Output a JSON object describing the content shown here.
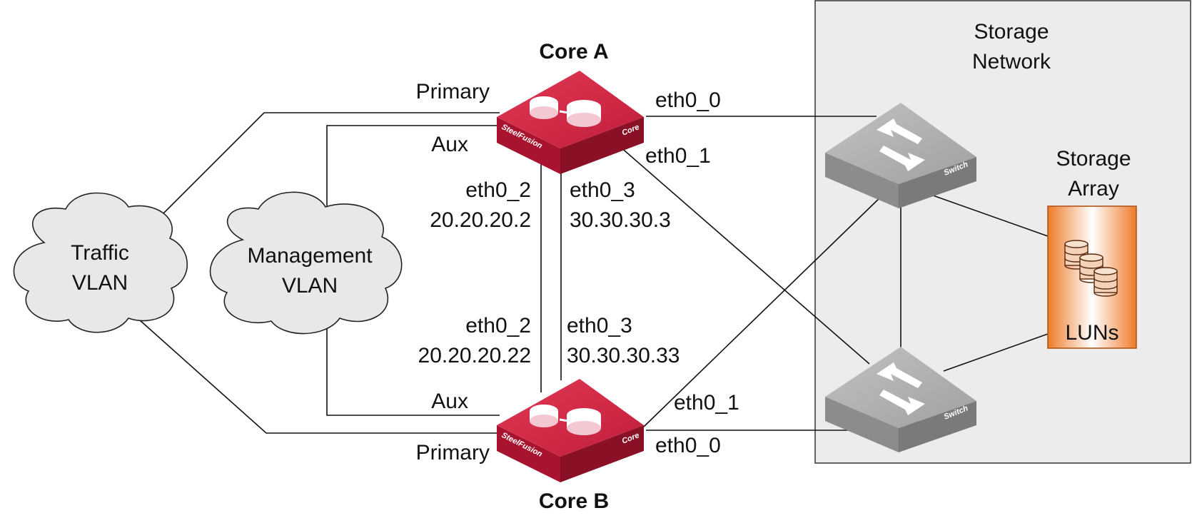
{
  "storage_network": {
    "line1": "Storage",
    "line2": "Network"
  },
  "storage_array": {
    "line1": "Storage",
    "line2": "Array",
    "luns": "LUNs"
  },
  "traffic_vlan": {
    "line1": "Traffic",
    "line2": "VLAN"
  },
  "management_vlan": {
    "line1": "Management",
    "line2": "VLAN"
  },
  "core_a": {
    "title": "Core A",
    "brand": "SteelFusion",
    "role": "Core",
    "primary": "Primary",
    "aux": "Aux",
    "eth0_0": "eth0_0",
    "eth0_1": "eth0_1",
    "eth0_2": "eth0_2",
    "eth0_2_ip": "20.20.20.2",
    "eth0_3": "eth0_3",
    "eth0_3_ip": "30.30.30.3"
  },
  "core_b": {
    "title": "Core B",
    "brand": "SteelFusion",
    "role": "Core",
    "primary": "Primary",
    "aux": "Aux",
    "eth0_0": "eth0_0",
    "eth0_1": "eth0_1",
    "eth0_2": "eth0_2",
    "eth0_2_ip": "20.20.20.22",
    "eth0_3": "eth0_3",
    "eth0_3_ip": "30.30.30.33"
  },
  "switches": {
    "label": "Switch"
  },
  "colors": {
    "core_red": "#c8213f",
    "core_red_dark": "#9e1530",
    "switch_gray": "#a6a6a6",
    "storage_bg": "#ececec",
    "lun_orange": "#ee7b2a"
  }
}
